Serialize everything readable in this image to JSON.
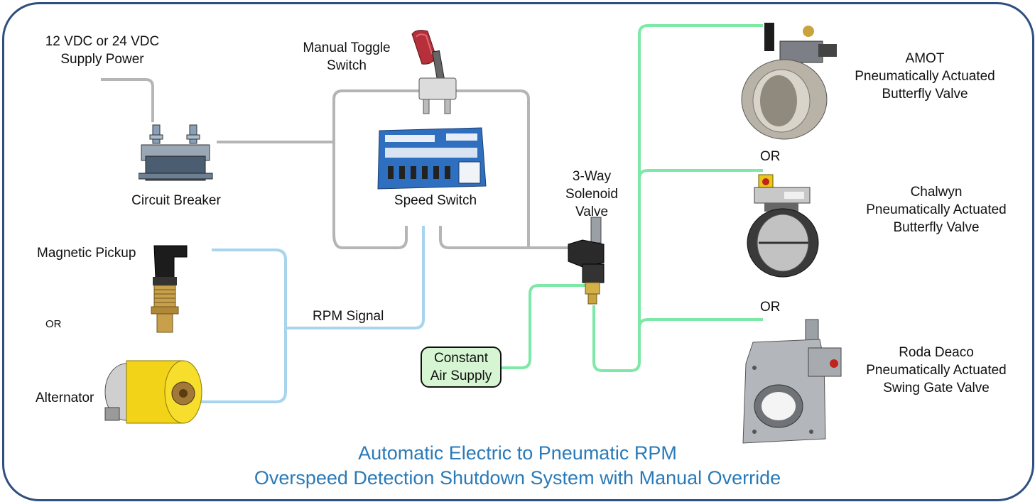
{
  "colors": {
    "frame": "#2f4f7f",
    "electric_wire": "#b5b5b5",
    "signal_wire": "#a8d4ee",
    "air_line": "#7ee8a6",
    "title": "#2a7ab8",
    "air_box_fill": "#d6f5d2"
  },
  "labels": {
    "supply_power": "12 VDC or 24 VDC\nSupply Power",
    "manual_toggle": "Manual Toggle\nSwitch",
    "circuit_breaker": "Circuit Breaker",
    "speed_switch": "Speed Switch",
    "magnetic_pickup": "Magnetic Pickup",
    "or_left": "OR",
    "alternator": "Alternator",
    "rpm_signal": "RPM Signal",
    "solenoid": "3-Way\nSolenoid\nValve",
    "air_supply": "Constant\nAir Supply",
    "amot": "AMOT\nPneumatically Actuated\nButterfly Valve",
    "or_1": "OR",
    "chalwyn": "Chalwyn\nPneumatically Actuated\nButterfly Valve",
    "or_2": "OR",
    "roda": "Roda Deaco\nPneumatically Actuated\nSwing Gate Valve"
  },
  "title": {
    "line1": "Automatic Electric to Pneumatic RPM",
    "line2": "Overspeed Detection Shutdown System with Manual Override"
  },
  "components": [
    "circuit-breaker",
    "toggle-switch",
    "speed-switch",
    "magnetic-pickup",
    "alternator",
    "solenoid-valve",
    "amot-butterfly-valve",
    "chalwyn-butterfly-valve",
    "roda-swing-gate-valve"
  ]
}
